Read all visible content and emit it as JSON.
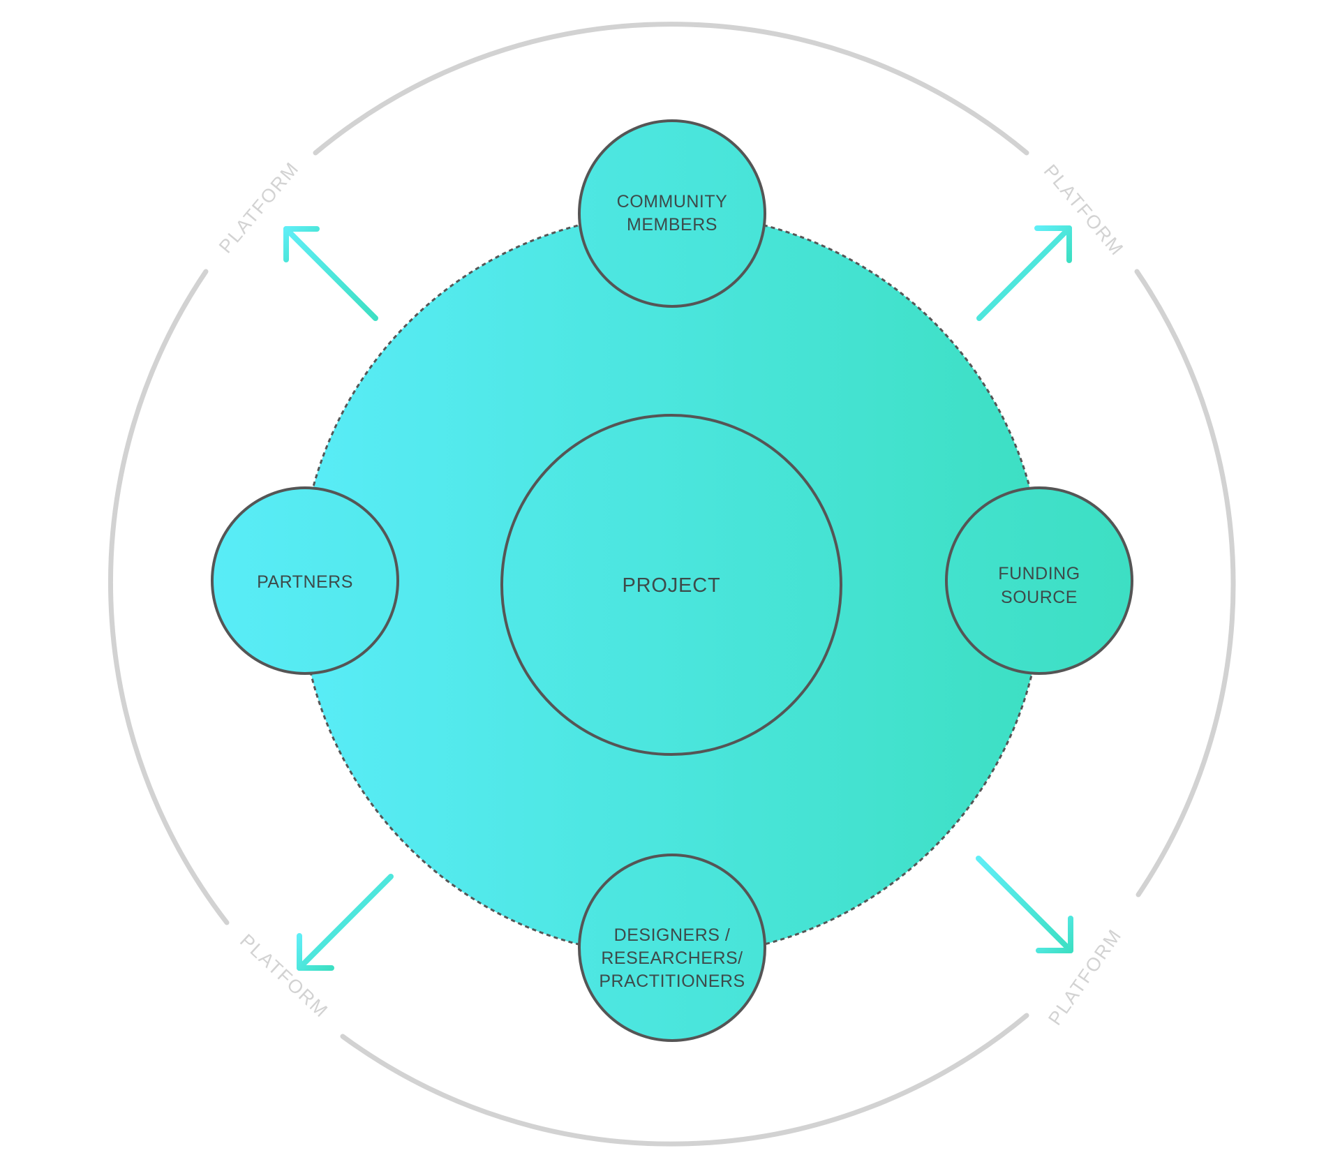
{
  "diagram": {
    "center": {
      "label": "PROJECT"
    },
    "nodes": [
      {
        "id": "community-members",
        "lines": [
          "COMMUNITY",
          "MEMBERS"
        ]
      },
      {
        "id": "partners",
        "lines": [
          "PARTNERS"
        ]
      },
      {
        "id": "funding-source",
        "lines": [
          "FUNDING",
          "SOURCE"
        ]
      },
      {
        "id": "designers-researchers-practitioners",
        "lines": [
          "DESIGNERS /",
          "RESEARCHERS/",
          "PRACTITIONERS"
        ]
      }
    ],
    "platform_labels": [
      "PLATFORM",
      "PLATFORM",
      "PLATFORM",
      "PLATFORM"
    ],
    "colors": {
      "gradient_start": "#59ecf7",
      "gradient_end": "#3ddfc3",
      "outline": "#555555",
      "ring": "#d2d2d2",
      "arrow_start": "#5feef6",
      "arrow_end": "#3ddfc3",
      "label": "#3d4a4a",
      "platform_label": "#d2d2d2"
    }
  }
}
